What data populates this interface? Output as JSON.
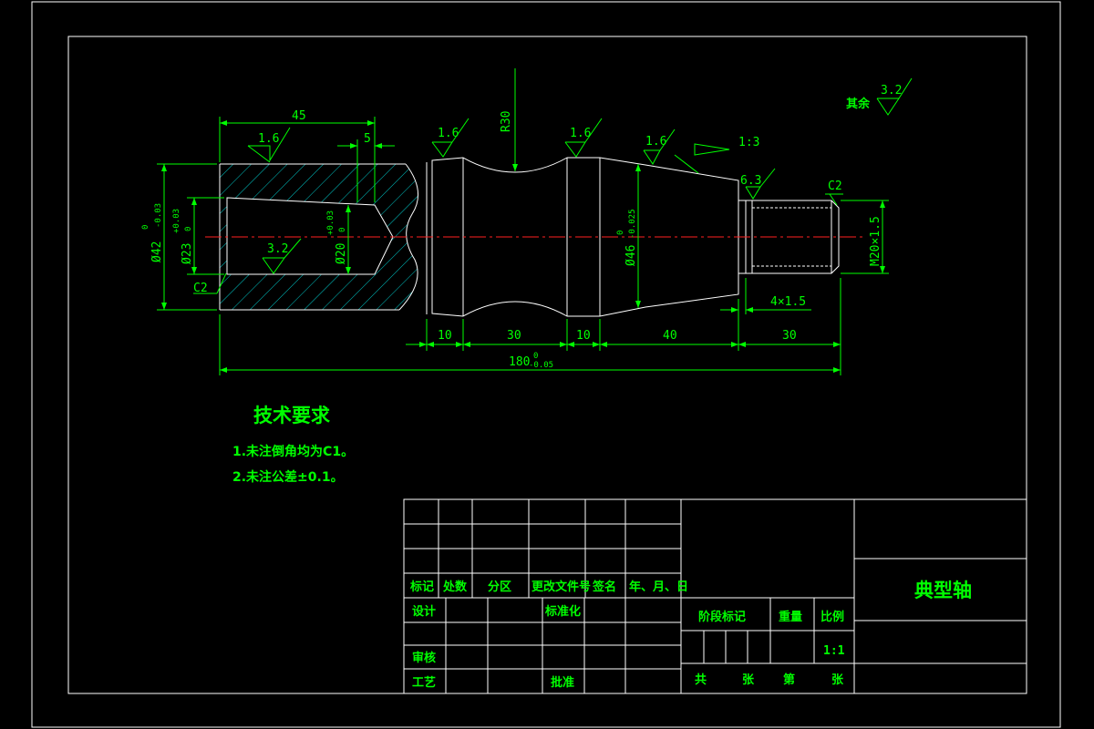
{
  "drawing": {
    "dims": {
      "len_45": "45",
      "len_5": "5",
      "len_10a": "10",
      "len_30a": "30",
      "len_10b": "10",
      "len_40": "40",
      "len_30b": "30",
      "total": "180",
      "total_tol_upper": "0",
      "total_tol_lower": "-0.05",
      "radius": "R30",
      "thread_len": "4×1.5",
      "thread": "M20×1.5",
      "chamfer_left": "C2",
      "chamfer_right": "C2",
      "taper": "1:3",
      "d42": "Ø42",
      "d42_tol_upper": "0",
      "d42_tol_lower": "-0.03",
      "d23": "Ø23",
      "d23_tol_upper": "+0.03",
      "d23_tol_lower": "0",
      "d20": "Ø20",
      "d20_tol_upper": "+0.03",
      "d20_tol_lower": "0",
      "d46": "Ø46",
      "d46_tol_upper": "0",
      "d46_tol_lower": "-0.025"
    },
    "roughness": {
      "r1": "1.6",
      "r2": "3.2",
      "r3": "1.6",
      "r4": "1.6",
      "r5": "1.6",
      "r6": "6.3",
      "rest_label": "其余",
      "rest_value": "3.2"
    }
  },
  "tech": {
    "title": "技术要求",
    "line1": "1.未注倒角均为C1。",
    "line2": "2.未注公差±0.1。"
  },
  "title_block": {
    "mark": "标记",
    "count": "处数",
    "zone": "分区",
    "doc_no": "更改文件号",
    "sign": "签名",
    "date": "年、月、日",
    "design": "设计",
    "standard": "标准化",
    "review": "审核",
    "process": "工艺",
    "approve": "批准",
    "stage_mark": "阶段标记",
    "weight": "重量",
    "scale": "比例",
    "scale_value": "1:1",
    "total_sheets": "共",
    "sheet_unit": "张",
    "sheet_no": "第",
    "sheet_unit2": "张",
    "part_name": "典型轴"
  }
}
